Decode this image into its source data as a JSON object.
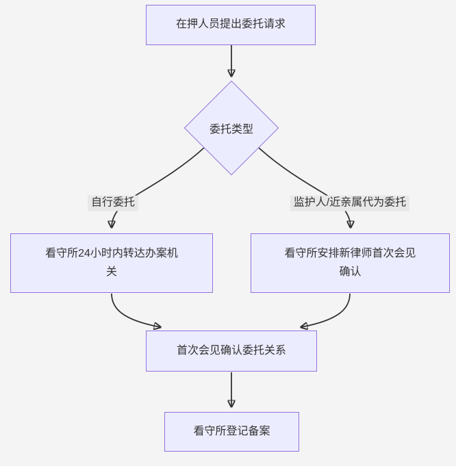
{
  "diagram": {
    "type": "flowchart",
    "direction": "top-down",
    "nodes": {
      "start": {
        "label": "在押人员提出委托请求",
        "shape": "rect"
      },
      "decision": {
        "label": "委托类型",
        "shape": "diamond"
      },
      "left": {
        "label": "看守所24小时内转达办案机关",
        "shape": "rect"
      },
      "right": {
        "label": "看守所安排新律师首次会见确认",
        "shape": "rect"
      },
      "confirm": {
        "label": "首次会见确认委托关系",
        "shape": "rect"
      },
      "end": {
        "label": "看守所登记备案",
        "shape": "rect"
      }
    },
    "edges": [
      {
        "from": "start",
        "to": "decision",
        "label": ""
      },
      {
        "from": "decision",
        "to": "left",
        "label": "自行委托"
      },
      {
        "from": "decision",
        "to": "right",
        "label": "监护人/近亲属代为委托"
      },
      {
        "from": "left",
        "to": "confirm",
        "label": ""
      },
      {
        "from": "right",
        "to": "confirm",
        "label": ""
      },
      {
        "from": "confirm",
        "to": "end",
        "label": ""
      }
    ],
    "colors": {
      "background": "#f4f4f5",
      "node_fill": "#ececff",
      "node_border": "#9370db",
      "edge_line": "#333333",
      "text": "#333333",
      "edge_label_background": "#e8e8e8"
    }
  }
}
